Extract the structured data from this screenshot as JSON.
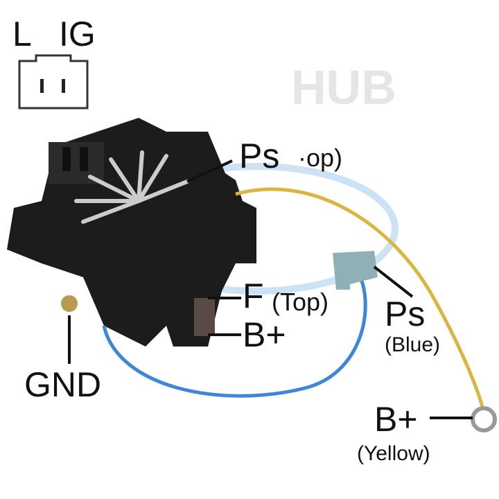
{
  "connector": {
    "l_label": "L",
    "ig_label": "IG"
  },
  "labels": {
    "ps_top": "Ps",
    "ps_top_note": "·op)",
    "f": "F",
    "f_note": "(Top)",
    "b_plus_brush": "B+",
    "ps_blue": "Ps",
    "ps_blue_note": "(Blue)",
    "gnd": "GND",
    "b_plus_ring": "B+",
    "b_plus_ring_note": "(Yellow)"
  },
  "watermark": "HUB",
  "colors": {
    "body": "#1c1c1c",
    "yellow_wire": "#d8b640",
    "blue_wire": "#3d86d8",
    "terminal": "#8fb0b4"
  }
}
